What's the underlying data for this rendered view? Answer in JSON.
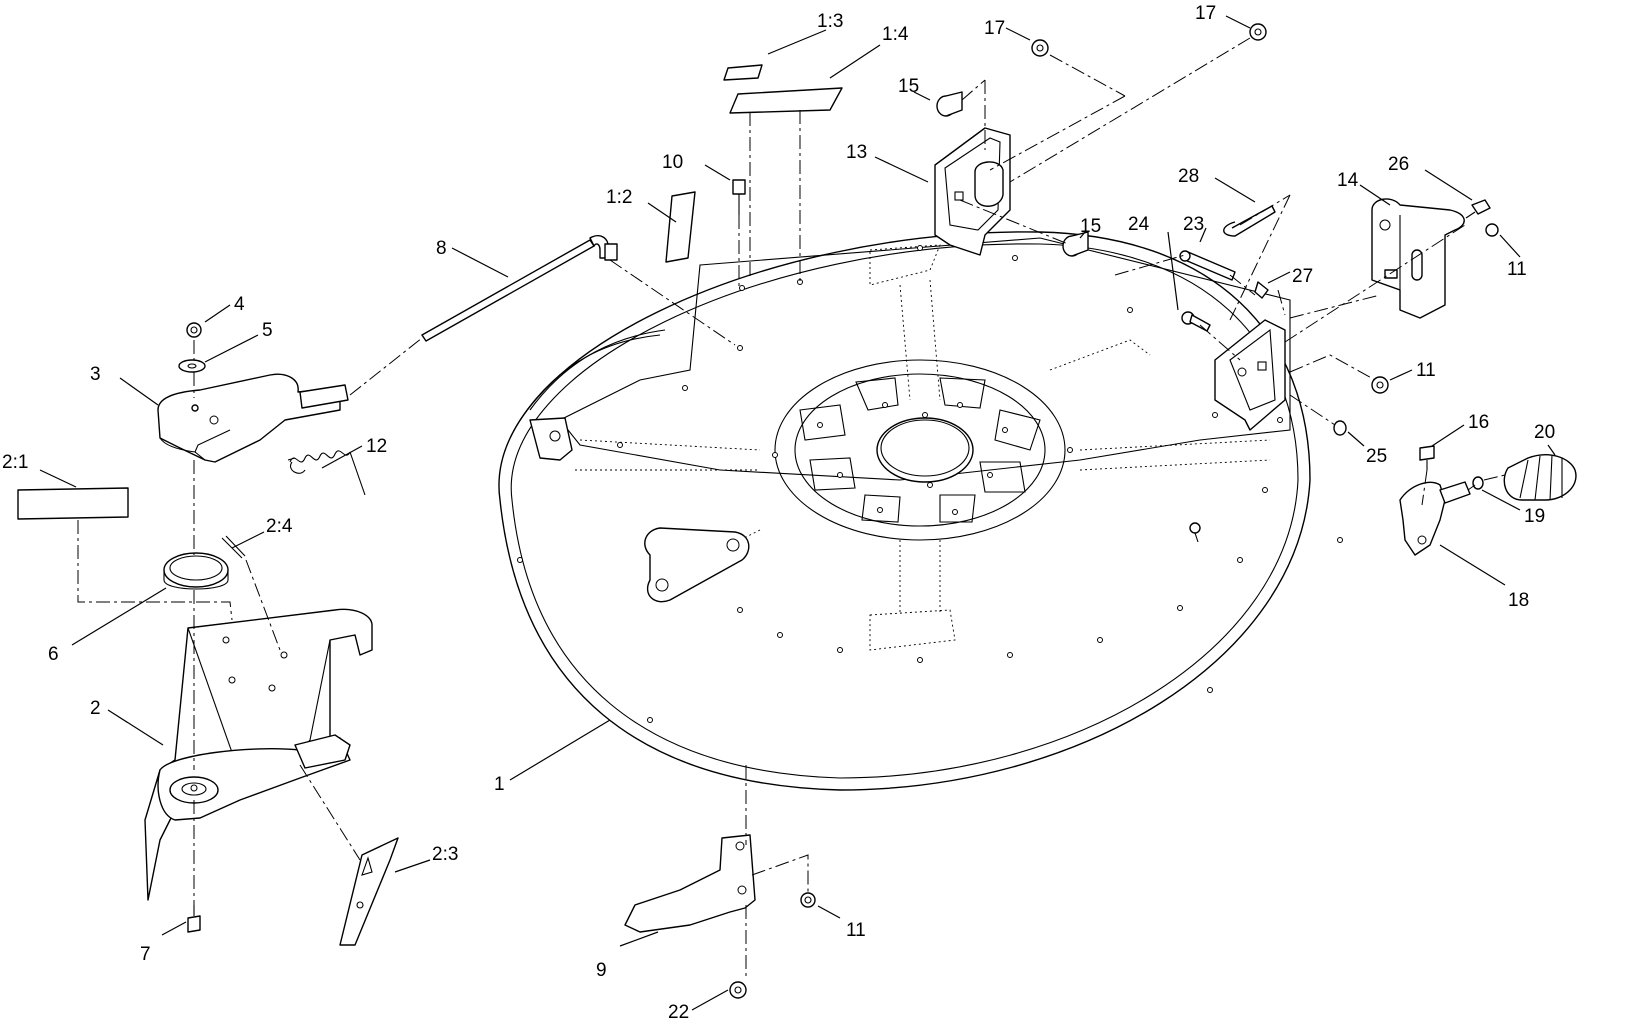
{
  "diagram": {
    "callouts": [
      {
        "id": "c-1",
        "text": "1"
      },
      {
        "id": "c-1-2",
        "text": "1:2"
      },
      {
        "id": "c-1-3",
        "text": "1:3"
      },
      {
        "id": "c-1-4",
        "text": "1:4"
      },
      {
        "id": "c-2",
        "text": "2"
      },
      {
        "id": "c-2-1",
        "text": "2:1"
      },
      {
        "id": "c-2-3",
        "text": "2:3"
      },
      {
        "id": "c-2-4",
        "text": "2:4"
      },
      {
        "id": "c-3",
        "text": "3"
      },
      {
        "id": "c-4",
        "text": "4"
      },
      {
        "id": "c-5",
        "text": "5"
      },
      {
        "id": "c-6",
        "text": "6"
      },
      {
        "id": "c-7",
        "text": "7"
      },
      {
        "id": "c-8",
        "text": "8"
      },
      {
        "id": "c-9",
        "text": "9"
      },
      {
        "id": "c-10",
        "text": "10"
      },
      {
        "id": "c-11a",
        "text": "11"
      },
      {
        "id": "c-11b",
        "text": "11"
      },
      {
        "id": "c-11c",
        "text": "11"
      },
      {
        "id": "c-12",
        "text": "12"
      },
      {
        "id": "c-13",
        "text": "13"
      },
      {
        "id": "c-14",
        "text": "14"
      },
      {
        "id": "c-15a",
        "text": "15"
      },
      {
        "id": "c-15b",
        "text": "15"
      },
      {
        "id": "c-16",
        "text": "16"
      },
      {
        "id": "c-17a",
        "text": "17"
      },
      {
        "id": "c-17b",
        "text": "17"
      },
      {
        "id": "c-18",
        "text": "18"
      },
      {
        "id": "c-19",
        "text": "19"
      },
      {
        "id": "c-20",
        "text": "20"
      },
      {
        "id": "c-22",
        "text": "22"
      },
      {
        "id": "c-23",
        "text": "23"
      },
      {
        "id": "c-24",
        "text": "24"
      },
      {
        "id": "c-25",
        "text": "25"
      },
      {
        "id": "c-26",
        "text": "26"
      },
      {
        "id": "c-27",
        "text": "27"
      },
      {
        "id": "c-28",
        "text": "28"
      }
    ]
  }
}
